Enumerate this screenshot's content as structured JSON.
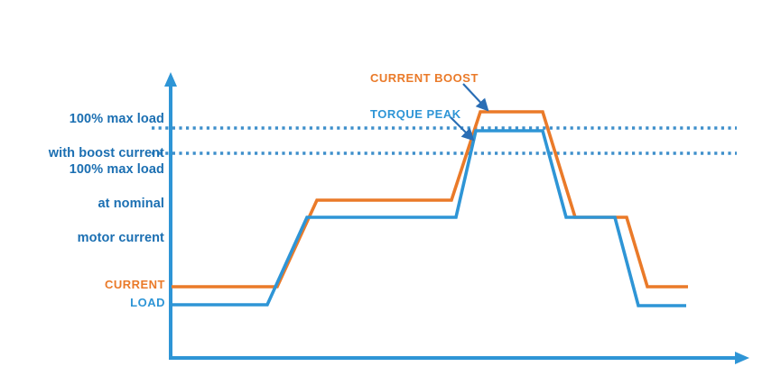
{
  "chart_data": {
    "type": "line",
    "title": "",
    "xlabel": "",
    "ylabel": "",
    "grid": false,
    "legend_position": "inline-left",
    "axis_style": "arrow-axes",
    "xlim": [
      0,
      100
    ],
    "ylim": [
      0,
      100
    ],
    "reference_lines": [
      {
        "id": "boost-limit",
        "label": "100% max load\nwith boost current",
        "value": 78,
        "style": "dotted",
        "color": "#3E8FCB"
      },
      {
        "id": "nominal-limit",
        "label": "100% max load\nat nominal\nmotor current",
        "value": 70,
        "style": "dotted",
        "color": "#3E8FCB"
      }
    ],
    "series": [
      {
        "name": "CURRENT",
        "color": "#EA7A29",
        "description": "Motor current draw with boost capability",
        "x": [
          0,
          19,
          26,
          34,
          52,
          58,
          71,
          76,
          82,
          88,
          92,
          100
        ],
        "y": [
          25,
          25,
          49,
          49,
          49,
          86,
          86,
          49,
          25,
          25,
          8,
          8
        ]
      },
      {
        "name": "LOAD",
        "color": "#2E95D6",
        "description": "Mechanical load profile applied to motor",
        "x": [
          0,
          17,
          23,
          33,
          50,
          55,
          68,
          73,
          79,
          85,
          89,
          100
        ],
        "y": [
          18,
          18,
          43,
          43,
          43,
          78,
          78,
          43,
          18,
          18,
          2,
          2
        ]
      }
    ],
    "annotations": [
      {
        "id": "current-boost",
        "text": "CURRENT BOOST",
        "color": "#EA7A29",
        "points_to": "orange-peak-rising-edge"
      },
      {
        "id": "torque-peak",
        "text": "TORQUE PEAK",
        "color": "#2E95D6",
        "points_to": "blue-peak-rising-edge"
      }
    ]
  },
  "labels": {
    "boost_limit_line1": "100% max load",
    "boost_limit_line2": "with boost current",
    "nominal_limit_line1": "100% max load",
    "nominal_limit_line2": "at nominal",
    "nominal_limit_line3": "motor current",
    "series_current": "CURRENT",
    "series_load": "LOAD",
    "annot_current_boost": "CURRENT BOOST",
    "annot_torque_peak": "TORQUE PEAK"
  },
  "colors": {
    "orange": "#EA7A29",
    "blue": "#2E95D6",
    "axis_blue": "#2E95D6",
    "label_blue": "#1B6FB2",
    "dotted_blue": "#3E8FCB",
    "arrow_navy": "#2A6EB5",
    "background": "#FFFFFF"
  }
}
